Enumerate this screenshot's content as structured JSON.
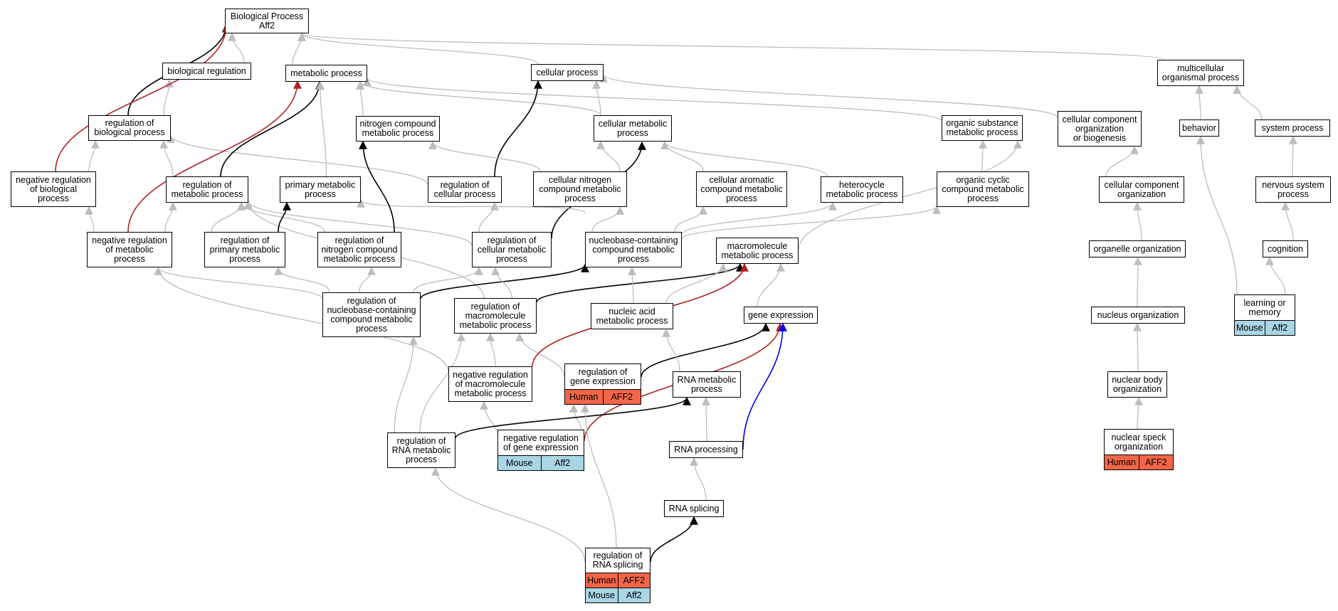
{
  "colors": {
    "human": "#f36548",
    "mouse": "#a9d6e5",
    "edge_gray": "#bdbdbd",
    "edge_black": "#000000",
    "edge_red": "#b22222",
    "edge_blue": "#0000ee"
  },
  "nodes": {
    "bp": {
      "label": "Biological Process\nAff2"
    },
    "bioreg": {
      "label": "biological regulation"
    },
    "metab": {
      "label": "metabolic process"
    },
    "cellproc": {
      "label": "cellular process"
    },
    "multi": {
      "label": "multicellular\norganismal process"
    },
    "regbio": {
      "label": "regulation of\nbiological process"
    },
    "nitro": {
      "label": "nitrogen compound\nmetabolic process"
    },
    "cellmetab": {
      "label": "cellular metabolic\nprocess"
    },
    "orgsub": {
      "label": "organic substance\nmetabolic process"
    },
    "ccorg": {
      "label": "cellular component\norganization\nor biogenesis"
    },
    "behavior": {
      "label": "behavior"
    },
    "sysproc": {
      "label": "system process"
    },
    "negregbio": {
      "label": "negative regulation\nof biological\nprocess"
    },
    "regmetab": {
      "label": "regulation of\nmetabolic process"
    },
    "primmetab": {
      "label": "primary metabolic\nprocess"
    },
    "regcell": {
      "label": "regulation of\ncellular process"
    },
    "cellnitro": {
      "label": "cellular nitrogen\ncompound metabolic\nprocess"
    },
    "cellarom": {
      "label": "cellular aromatic\ncompound metabolic\nprocess"
    },
    "hetero": {
      "label": "heterocycle\nmetabolic process"
    },
    "orgcyc": {
      "label": "organic cyclic\ncompound metabolic\nprocess"
    },
    "ccorgz": {
      "label": "cellular component\norganization"
    },
    "nervous": {
      "label": "nervous system\nprocess"
    },
    "negregmetab": {
      "label": "negative regulation\nof metabolic\nprocess"
    },
    "regprim": {
      "label": "regulation of\nprimary metabolic\nprocess"
    },
    "regnitro": {
      "label": "regulation of\nnitrogen compound\nmetabolic process"
    },
    "regcellmetab": {
      "label": "regulation of\ncellular metabolic\nprocess"
    },
    "nucbase": {
      "label": "nucleobase-containing\ncompound metabolic\nprocess"
    },
    "macro": {
      "label": "macromolecule\nmetabolic process"
    },
    "organelle": {
      "label": "organelle organization"
    },
    "cognition": {
      "label": "cognition"
    },
    "regnucbase": {
      "label": "regulation of\nnucleobase-containing\ncompound metabolic\nprocess"
    },
    "regmacro": {
      "label": "regulation of\nmacromolecule\nmetabolic process"
    },
    "nucacid": {
      "label": "nucleic acid\nmetabolic process"
    },
    "geneexp": {
      "label": "gene expression"
    },
    "nucleus": {
      "label": "nucleus organization"
    },
    "learning": {
      "label": "learning or\nmemory",
      "annotations": [
        [
          "Mouse",
          "Aff2"
        ]
      ]
    },
    "negregmacro": {
      "label": "negative regulation\nof macromolecule\nmetabolic process"
    },
    "reggene": {
      "label": "regulation of\ngene expression",
      "annotations": [
        [
          "Human",
          "AFF2"
        ]
      ]
    },
    "rnametab": {
      "label": "RNA metabolic\nprocess"
    },
    "nucbody": {
      "label": "nuclear body\norganization"
    },
    "negreggene": {
      "label": "negative regulation\nof gene expression",
      "annotations": [
        [
          "Mouse",
          "Aff2"
        ]
      ]
    },
    "regrna": {
      "label": "regulation of\nRNA metabolic\nprocess"
    },
    "rnaproc": {
      "label": "RNA processing"
    },
    "speck": {
      "label": "nuclear speck\norganization",
      "annotations": [
        [
          "Human",
          "AFF2"
        ]
      ]
    },
    "splicing": {
      "label": "RNA splicing"
    },
    "regsplice": {
      "label": "regulation of\nRNA splicing",
      "annotations": [
        [
          "Human",
          "AFF2"
        ],
        [
          "Mouse",
          "Aff2"
        ]
      ]
    }
  }
}
